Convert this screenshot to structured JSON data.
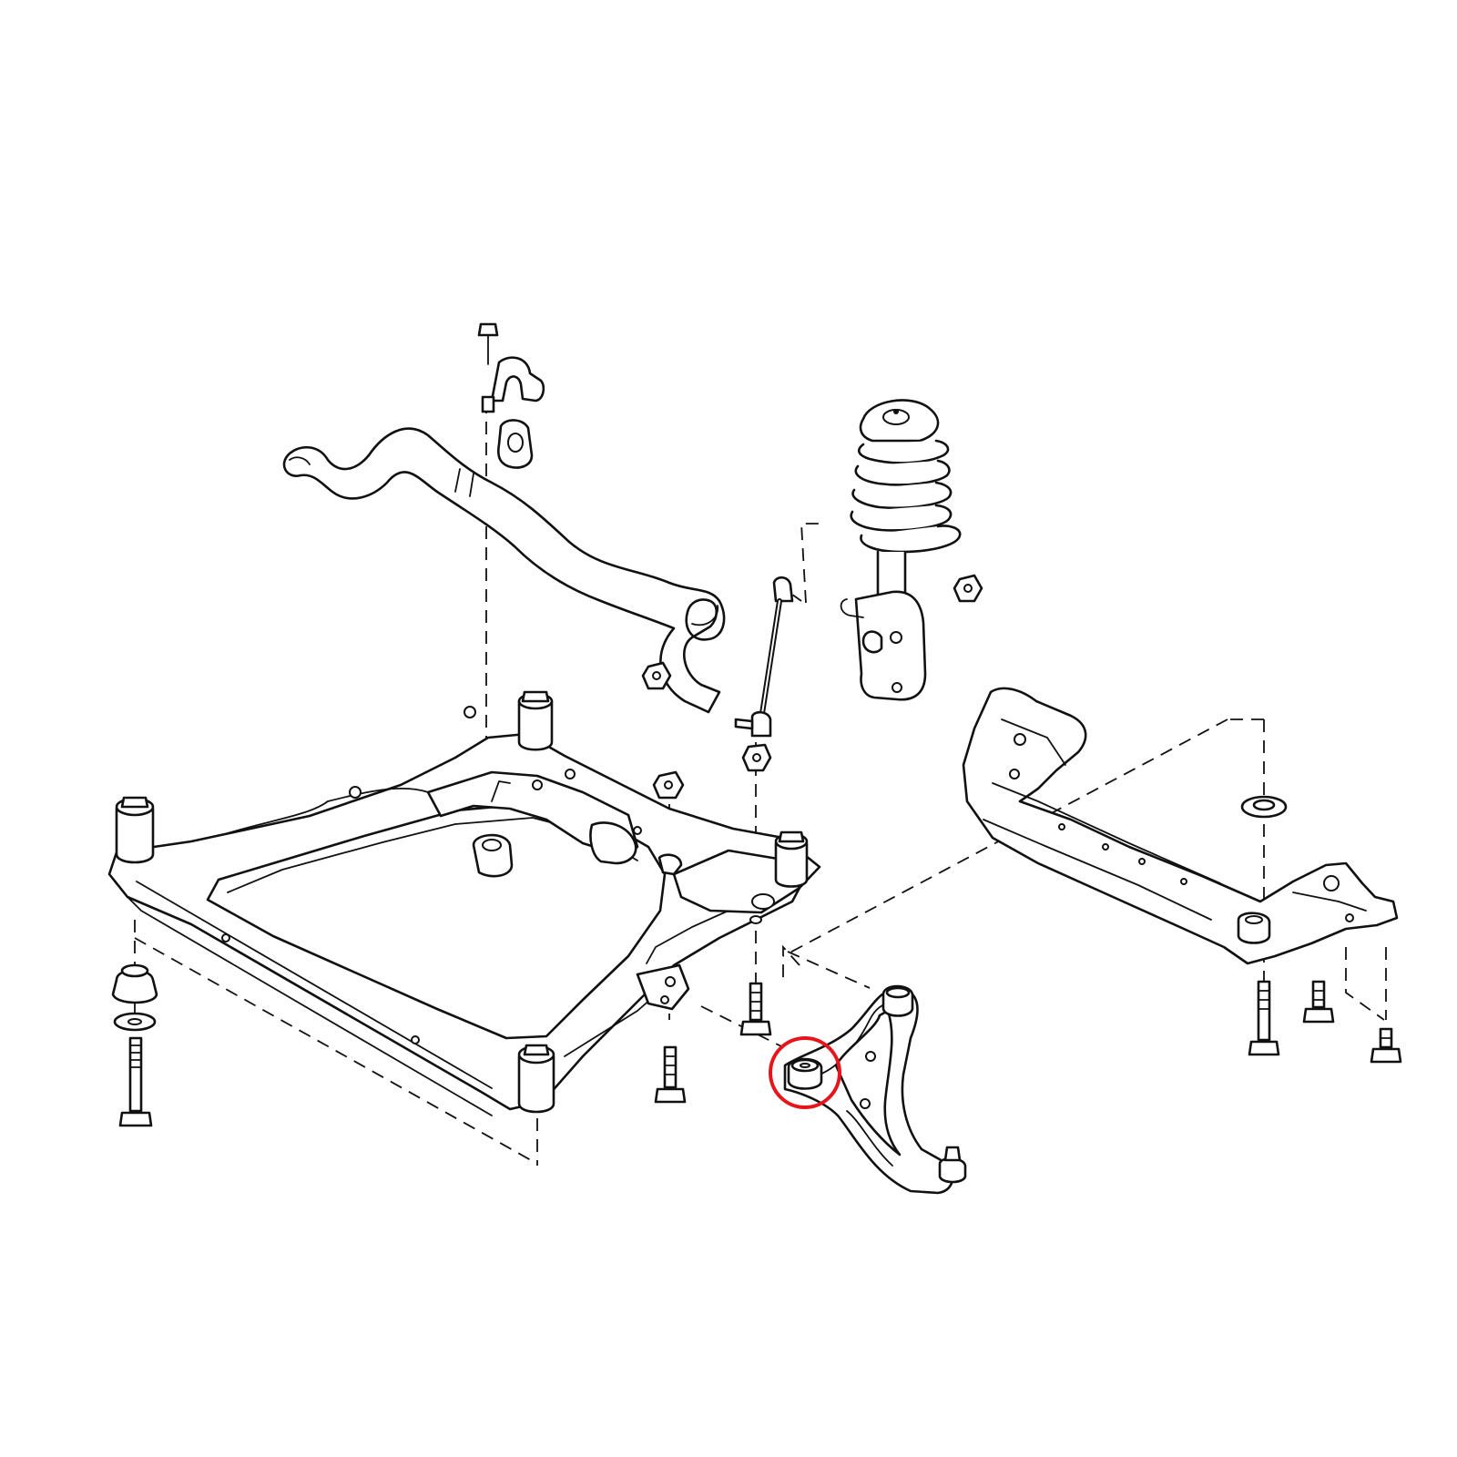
{
  "diagram": {
    "components": [
      {
        "id": "front-subframe",
        "icon": "subframe-drawing"
      },
      {
        "id": "stabilizer-bar",
        "icon": "stabilizer-bar-drawing"
      },
      {
        "id": "stabilizer-bracket",
        "icon": "bracket-drawing"
      },
      {
        "id": "stabilizer-bushing",
        "icon": "bushing-drawing"
      },
      {
        "id": "stabilizer-link",
        "icon": "link-drawing"
      },
      {
        "id": "strut-assembly",
        "icon": "coil-spring-strut-drawing"
      },
      {
        "id": "lower-control-arm",
        "icon": "control-arm-drawing"
      },
      {
        "id": "rear-crossmember",
        "icon": "crossmember-drawing"
      },
      {
        "id": "subframe-mount-bushing",
        "icon": "mount-bushing-drawing"
      },
      {
        "id": "washer",
        "icon": "washer-drawing"
      },
      {
        "id": "mounting-bolt",
        "icon": "bolt-drawing"
      },
      {
        "id": "nut",
        "icon": "nut-drawing"
      }
    ],
    "highlight": {
      "target": "lower-control-arm-front-bushing",
      "color": "#e8141b"
    },
    "line_color": "#111111",
    "background": "#ffffff"
  }
}
